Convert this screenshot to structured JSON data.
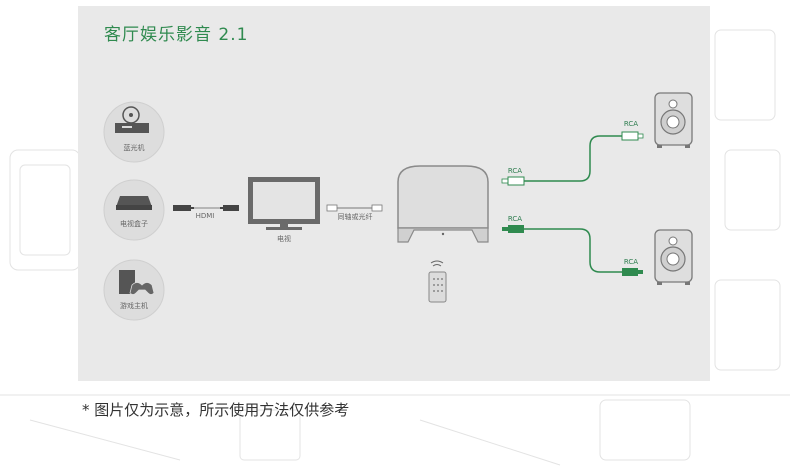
{
  "title": "客厅娱乐影音 2.1",
  "footnote": "* 图片仅为示意，所示使用方法仅供参考",
  "sources": {
    "bluray": "蓝光机",
    "tvbox": "电视盒子",
    "console": "游戏主机"
  },
  "cables": {
    "hdmi": "HDMI",
    "optical": "同轴或光纤",
    "rca_top_left": "RCA",
    "rca_top_right": "RCA",
    "rca_bottom_left": "RCA",
    "rca_bottom_right": "RCA"
  },
  "tv": "电视",
  "colors": {
    "accent": "#2f8a4f",
    "panel": "#e9e9e9",
    "device": "#dcdcdc",
    "line": "#888888"
  }
}
